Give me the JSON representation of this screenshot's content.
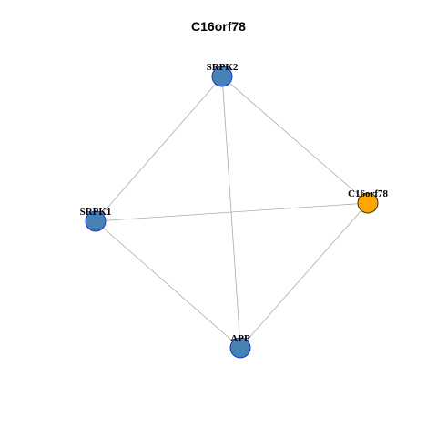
{
  "title": "C16orf78",
  "colors": {
    "background": "#ffffff",
    "edge": "#aaaaaa",
    "query_node_fill": "#ffa500",
    "query_node_stroke": "#333333",
    "partner_node_fill": "#4682b4",
    "partner_node_stroke": "#1a33cc"
  },
  "nodes": [
    {
      "id": "SRPK2",
      "label": "SRPK2",
      "role": "partner"
    },
    {
      "id": "C16orf78",
      "label": "C16orf78",
      "role": "query"
    },
    {
      "id": "SRPK1",
      "label": "SRPK1",
      "role": "partner"
    },
    {
      "id": "APP",
      "label": "APP",
      "role": "partner"
    }
  ],
  "edges": [
    {
      "source": "SRPK2",
      "target": "SRPK1"
    },
    {
      "source": "SRPK2",
      "target": "C16orf78"
    },
    {
      "source": "SRPK2",
      "target": "APP"
    },
    {
      "source": "SRPK1",
      "target": "C16orf78"
    },
    {
      "source": "SRPK1",
      "target": "APP"
    },
    {
      "source": "C16orf78",
      "target": "APP"
    }
  ]
}
